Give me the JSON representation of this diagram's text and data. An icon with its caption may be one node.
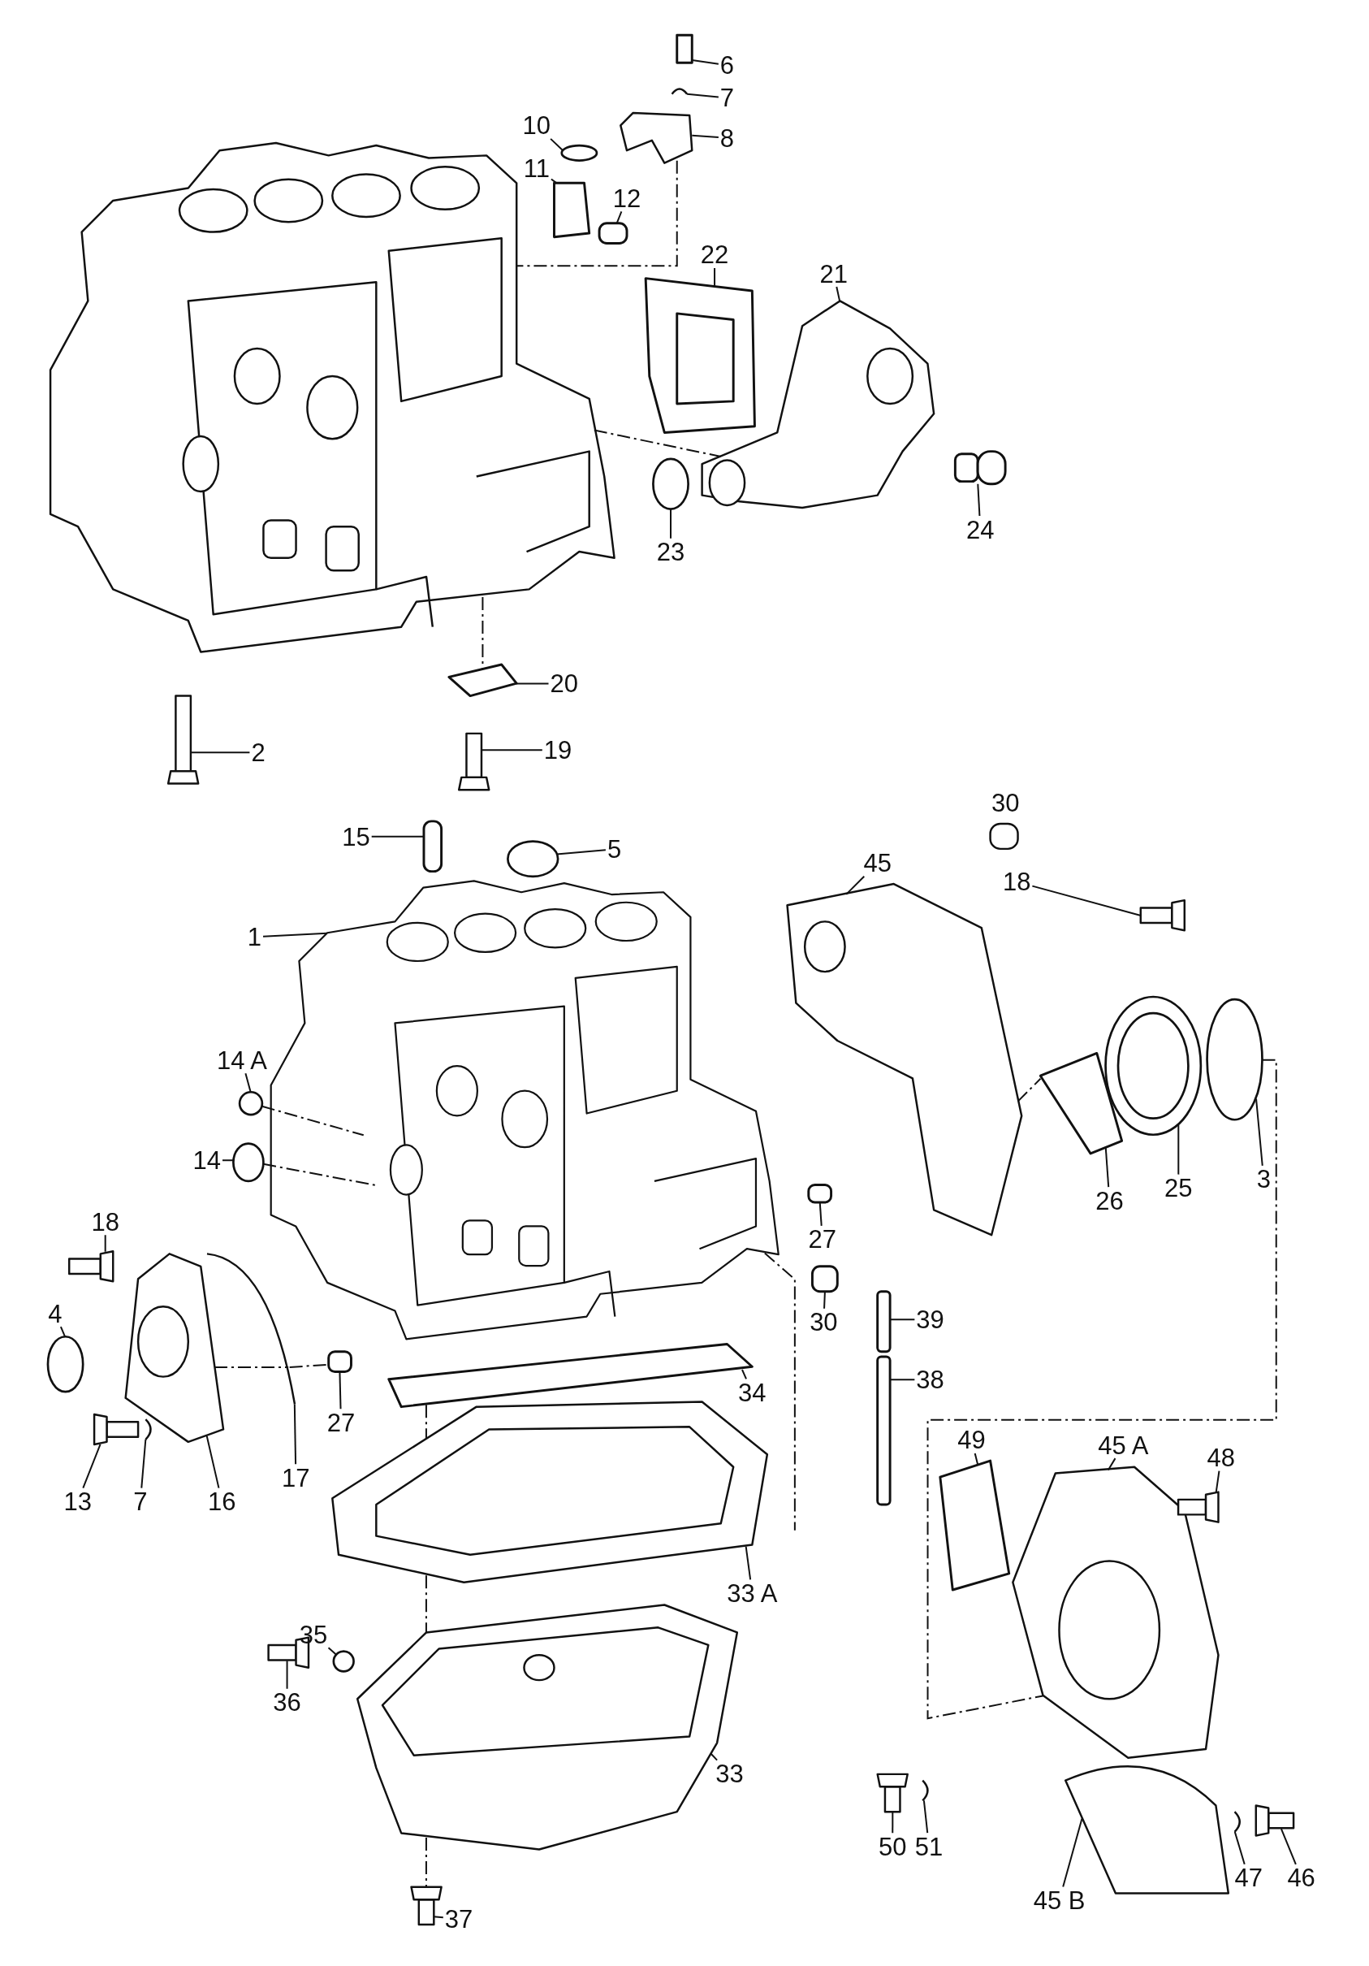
{
  "diagram": {
    "nodes": [
      {
        "text": [
          "6"
        ]
      },
      {
        "text": [
          "7"
        ]
      },
      {
        "text": [
          "8"
        ]
      },
      {
        "text": [
          "10"
        ]
      },
      {
        "text": [
          "11"
        ]
      },
      {
        "text": [
          "12"
        ]
      },
      {
        "text": [
          "22"
        ]
      },
      {
        "text": [
          "21"
        ]
      },
      {
        "text": [
          "23"
        ]
      },
      {
        "text": [
          "24"
        ]
      },
      {
        "text": [
          "20"
        ]
      },
      {
        "text": [
          "19"
        ]
      },
      {
        "text": [
          "2"
        ]
      },
      {
        "text": [
          "15"
        ]
      },
      {
        "text": [
          "5"
        ]
      },
      {
        "text": [
          "45"
        ]
      },
      {
        "text": [
          "18"
        ]
      },
      {
        "text": [
          "1"
        ]
      },
      {
        "text": [
          "14 A"
        ]
      },
      {
        "text": [
          "14"
        ]
      },
      {
        "text": [
          "26"
        ]
      },
      {
        "text": [
          "25"
        ]
      },
      {
        "text": [
          "3"
        ]
      },
      {
        "text": [
          "27"
        ]
      },
      {
        "text": [
          "18"
        ]
      },
      {
        "text": [
          "4"
        ]
      },
      {
        "text": [
          "30"
        ]
      },
      {
        "text": [
          "39"
        ]
      },
      {
        "text": [
          "34"
        ]
      },
      {
        "text": [
          "27"
        ]
      },
      {
        "text": [
          "38"
        ]
      },
      {
        "text": [
          "17"
        ]
      },
      {
        "text": [
          "13"
        ]
      },
      {
        "text": [
          "7"
        ]
      },
      {
        "text": [
          "16"
        ]
      },
      {
        "text": [
          "49"
        ]
      },
      {
        "text": [
          "45 A"
        ]
      },
      {
        "text": [
          "48"
        ]
      },
      {
        "text": [
          "33 A"
        ]
      },
      {
        "text": [
          "35"
        ]
      },
      {
        "text": [
          "36"
        ]
      },
      {
        "text": [
          "33"
        ]
      },
      {
        "text": [
          "50"
        ]
      },
      {
        "text": [
          "51"
        ]
      },
      {
        "text": [
          "45 B"
        ]
      },
      {
        "text": [
          "47"
        ]
      },
      {
        "text": [
          "46"
        ]
      },
      {
        "text": [
          "37"
        ]
      },
      {
        "text": [],
        "shape": "box"
      },
      {
        "text": [],
        "shape": "picture"
      },
      {
        "text": [],
        "shape": "picture"
      },
      {
        "text": [],
        "shape": "circle"
      },
      {
        "text": [],
        "shape": "box"
      },
      {
        "text": [],
        "shape": "box"
      },
      {
        "text": [],
        "shape": "box"
      },
      {
        "text": [],
        "shape": "picture"
      },
      {
        "text": [],
        "shape": "circle"
      },
      {
        "text": [],
        "shape": "box"
      },
      {
        "text": [],
        "shape": "box"
      },
      {
        "text": [],
        "shape": "picture"
      },
      {
        "text": [],
        "shape": "picture"
      },
      {
        "text": [],
        "shape": "picture"
      },
      {
        "text": [],
        "shape": "box"
      },
      {
        "text": [],
        "shape": "circle"
      },
      {
        "text": [],
        "shape": "picture"
      },
      {
        "text": [],
        "shape": "picture"
      },
      {
        "text": [],
        "shape": "picture"
      },
      {
        "text": [],
        "shape": "circle"
      },
      {
        "text": [],
        "shape": "circle"
      },
      {
        "text": [],
        "shape": "box"
      },
      {
        "text": [],
        "shape": "circle"
      },
      {
        "text": [],
        "shape": "circle"
      },
      {
        "text": [],
        "shape": "box"
      },
      {
        "text": [],
        "shape": "picture"
      },
      {
        "text": [],
        "shape": "circle"
      },
      {
        "text": [],
        "shape": "box"
      },
      {
        "text": [],
        "shape": "box"
      },
      {
        "text": [],
        "shape": "box"
      },
      {
        "text": [],
        "shape": "box"
      },
      {
        "text": [],
        "shape": "box"
      },
      {
        "text": [],
        "shape": "picture"
      },
      {
        "text": [],
        "shape": "picture"
      },
      {
        "text": [],
        "shape": "picture"
      },
      {
        "text": [],
        "shape": "picture"
      },
      {
        "text": [],
        "shape": "box"
      },
      {
        "text": [],
        "shape": "picture"
      },
      {
        "text": [],
        "shape": "picture"
      },
      {
        "text": [],
        "shape": "picture"
      },
      {
        "text": [],
        "shape": "circle"
      },
      {
        "text": [],
        "shape": "picture"
      },
      {
        "text": [],
        "shape": "picture"
      },
      {
        "text": [],
        "shape": "picture"
      },
      {
        "text": [],
        "shape": "picture"
      },
      {
        "text": [],
        "shape": "picture"
      },
      {
        "text": [],
        "shape": "picture"
      },
      {
        "text": [],
        "shape": "picture"
      },
      {
        "text": [],
        "shape": "picture"
      }
    ],
    "edges": [
      {
        "from": 0,
        "to": 48,
        "arrow": "none"
      },
      {
        "from": 1,
        "to": 49,
        "arrow": "none"
      },
      {
        "from": 2,
        "to": 50,
        "arrow": "none"
      },
      {
        "from": 3,
        "to": 51,
        "arrow": "none"
      },
      {
        "from": 4,
        "to": 52,
        "arrow": "none"
      },
      {
        "from": 5,
        "to": 53,
        "arrow": "none"
      },
      {
        "from": 6,
        "to": 54,
        "arrow": "none"
      },
      {
        "from": 7,
        "to": 55,
        "arrow": "none"
      },
      {
        "from": 8,
        "to": 56,
        "arrow": "none"
      },
      {
        "from": 9,
        "to": 57,
        "arrow": "none"
      },
      {
        "from": 10,
        "to": 58,
        "arrow": "none"
      },
      {
        "from": 11,
        "to": 59,
        "arrow": "none"
      },
      {
        "from": 12,
        "to": 60,
        "arrow": "none"
      },
      {
        "from": 13,
        "to": 62,
        "arrow": "none"
      },
      {
        "from": 14,
        "to": 63,
        "arrow": "none"
      },
      {
        "from": 15,
        "to": 64,
        "arrow": "none"
      },
      {
        "from": 16,
        "to": 65,
        "arrow": "none"
      },
      {
        "from": 17,
        "to": 66,
        "arrow": "none"
      },
      {
        "from": 18,
        "to": 67,
        "arrow": "none"
      },
      {
        "from": 19,
        "to": 68,
        "arrow": "none"
      },
      {
        "from": 20,
        "to": 69,
        "arrow": "none"
      },
      {
        "from": 21,
        "to": 70,
        "arrow": "none"
      },
      {
        "from": 22,
        "to": 71,
        "arrow": "none"
      },
      {
        "from": 23,
        "to": 72,
        "arrow": "none"
      },
      {
        "from": 24,
        "to": 73,
        "arrow": "none"
      },
      {
        "from": 25,
        "to": 74,
        "arrow": "none"
      },
      {
        "from": 26,
        "to": 75,
        "arrow": "none"
      },
      {
        "from": 27,
        "to": 76,
        "arrow": "none"
      },
      {
        "from": 28,
        "to": 78,
        "arrow": "none"
      },
      {
        "from": 29,
        "to": 79,
        "arrow": "none"
      },
      {
        "from": 30,
        "to": 77,
        "arrow": "none"
      },
      {
        "from": 31,
        "to": 80,
        "arrow": "none"
      },
      {
        "from": 32,
        "to": 81,
        "arrow": "none"
      },
      {
        "from": 33,
        "to": 82,
        "arrow": "none"
      },
      {
        "from": 34,
        "to": 83,
        "arrow": "none"
      },
      {
        "from": 35,
        "to": 84,
        "arrow": "none"
      },
      {
        "from": 36,
        "to": 85,
        "arrow": "none"
      },
      {
        "from": 37,
        "to": 86,
        "arrow": "none"
      },
      {
        "from": 38,
        "to": 87,
        "arrow": "none"
      },
      {
        "from": 39,
        "to": 88,
        "arrow": "none"
      },
      {
        "from": 40,
        "to": 89,
        "arrow": "none"
      },
      {
        "from": 41,
        "to": 90,
        "arrow": "none"
      },
      {
        "from": 42,
        "to": 91,
        "arrow": "none"
      },
      {
        "from": 43,
        "to": 92,
        "arrow": "none"
      },
      {
        "from": 44,
        "to": 93,
        "arrow": "none"
      },
      {
        "from": 45,
        "to": 94,
        "arrow": "none"
      },
      {
        "from": 46,
        "to": 95,
        "arrow": "none"
      },
      {
        "from": 47,
        "to": 96,
        "arrow": "none"
      },
      {
        "from": 61,
        "to": 55,
        "arrow": "none",
        "style": "dashed"
      },
      {
        "from": 50,
        "to": 61,
        "arrow": "none",
        "style": "dashed"
      },
      {
        "from": 61,
        "to": 58,
        "arrow": "none",
        "style": "dashed"
      },
      {
        "from": 67,
        "to": 66,
        "arrow": "none",
        "style": "dashed"
      },
      {
        "from": 68,
        "to": 66,
        "arrow": "none",
        "style": "dashed"
      },
      {
        "from": 78,
        "to": 87,
        "arrow": "none",
        "style": "dashed"
      },
      {
        "from": 87,
        "to": 90,
        "arrow": "none",
        "style": "dashed"
      },
      {
        "from": 90,
        "to": 96,
        "arrow": "none",
        "style": "dashed"
      },
      {
        "from": 71,
        "to": 85,
        "arrow": "none",
        "style": "dashed"
      },
      {
        "from": 66,
        "to": null,
        "arrow": "none",
        "style": "dashed"
      },
      {
        "from": 83,
        "to": 80,
        "arrow": "none",
        "style": "dashed"
      },
      {
        "from": 80,
        "to": 79,
        "arrow": "none",
        "style": "dashed"
      },
      {
        "from": 64,
        "to": 69,
        "arrow": "none",
        "style": "dashed"
      }
    ],
    "labels": [
      "30"
    ]
  }
}
